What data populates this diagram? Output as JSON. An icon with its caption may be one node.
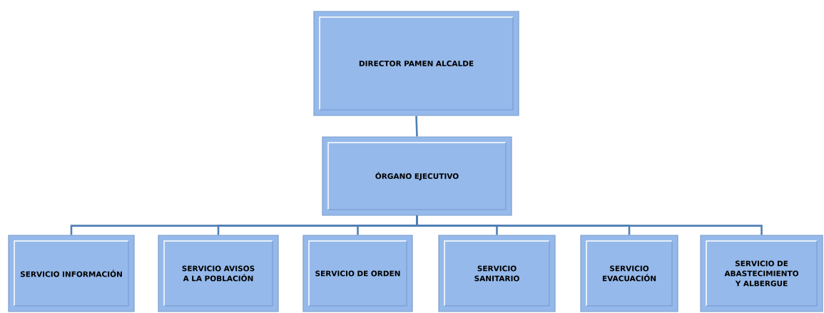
{
  "diagram": {
    "nodes": [
      {
        "text": [
          "DIRECTOR PAMEN ALCALDE"
        ]
      },
      {
        "text": [
          "ÓRGANO EJECUTIVO"
        ]
      },
      {
        "text": [
          "SERVICIO INFORMACIÓN"
        ]
      },
      {
        "text": [
          "SERVICIO AVISOS A LA POBLACIÓN"
        ]
      },
      {
        "text": [
          "SERVICIO DE ORDEN"
        ]
      },
      {
        "text": [
          "SERVICIO SANITARIO"
        ]
      },
      {
        "text": [
          "SERVICIO EVACUACIÓN"
        ]
      },
      {
        "text": [
          "SERVICIO DE ABASTECIMIENTO Y ALBERGUE"
        ]
      }
    ],
    "edges": [
      {
        "from": 0,
        "to": 1,
        "arrow": "none"
      },
      {
        "from": 1,
        "to": 2,
        "arrow": "none"
      },
      {
        "from": 1,
        "to": 3,
        "arrow": "none"
      },
      {
        "from": 1,
        "to": 4,
        "arrow": "none"
      },
      {
        "from": 1,
        "to": 5,
        "arrow": "none"
      },
      {
        "from": 1,
        "to": 6,
        "arrow": "none"
      },
      {
        "from": 1,
        "to": 7,
        "arrow": "none"
      }
    ]
  }
}
